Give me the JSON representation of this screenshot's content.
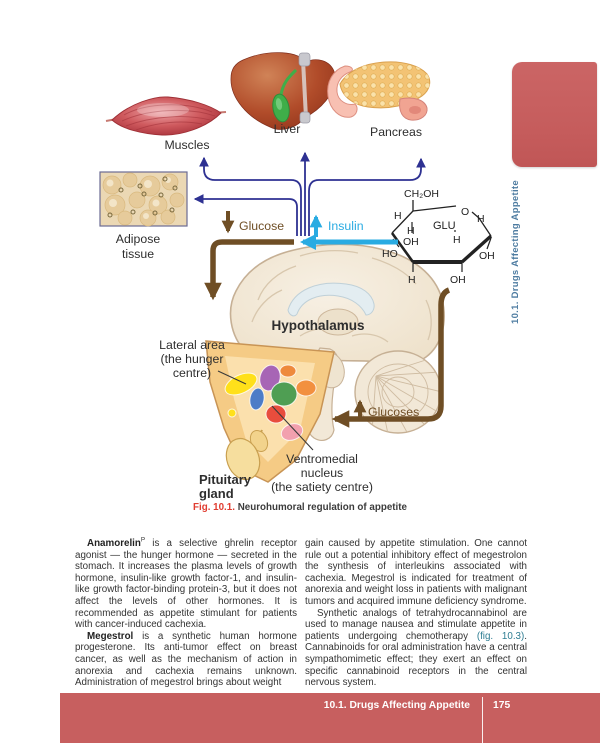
{
  "sidebar": {
    "vertical_label": "10.1. Drugs Affecting Appetite"
  },
  "footer": {
    "section_title": "10.1. Drugs Affecting Appetite",
    "page_number": "175"
  },
  "figure": {
    "caption": {
      "label": "Fig. 10.1.",
      "text": "Neurohumoral regulation of appetite"
    },
    "organ_labels": {
      "muscles": "Muscles",
      "liver": "Liver",
      "pancreas": "Pancreas",
      "adipose_line1": "Adipose",
      "adipose_line2": "tissue"
    },
    "flow_labels": {
      "glucose": "Glucose",
      "insulin": "Insulin",
      "glucoses": "Glucoses"
    },
    "brain_labels": {
      "hypothalamus": "Hypothalamus",
      "lateral_line1": "Lateral area",
      "lateral_line2": "(the hunger",
      "lateral_line3": "centre)",
      "pituitary_line1": "Pituitary",
      "pituitary_line2": "gland",
      "ventromedial_line1": "Ventromedial",
      "ventromedial_line2": "nucleus",
      "ventromedial_line3": "(the satiety centre)"
    },
    "molecule": {
      "ch2oh": "CH₂OH",
      "o": "O",
      "glu": "GLU",
      "h1": "H",
      "h2": "H",
      "h3": "H",
      "h4": "H",
      "h5": "H",
      "oh1": "OH",
      "oh2": "OH",
      "oh3": "OH",
      "ho": "HO"
    }
  },
  "article": {
    "left": {
      "p1_drug": "Anamorelin",
      "p1_sup": "P",
      "p1_text": " is a selective ghrelin receptor agonist — the hunger hormone — secreted in the stomach. It increases the plasma levels of growth hormone, insulin-like growth factor-1, and insulin-like growth factor-binding protein-3, but it does not affect the levels of other hormones. It is recommended as appetite stimulant for patients with cancer-induced cachexia.",
      "p2_drug": "Megestrol",
      "p2_text": " is a synthetic human hormone progesterone. Its anti-tumor effect on breast cancer, as well as the mechanism of action in anorexia and cachexia remains unknown. Administration of megestrol brings about weight"
    },
    "right": {
      "p1_text": "gain caused by appetite stimulation. One cannot rule out a potential inhibitory effect of megestrolon the synthesis of interleukins associated with cachexia. Megestrol is indicated for treatment of anorexia and weight loss in patients with malignant tumors and acquired immune deficiency syndrome.",
      "p2_before": "Synthetic analogs of tetrahydrocannabinol are used to manage nausea and stimulate appetite in patients undergoing chemotherapy ",
      "p2_link": "(fig. 10.3)",
      "p2_after": ". Cannabinoids for oral administration have a central sympathomimetic effect; they exert an effect on specific cannabinoid receptors in the central nervous system."
    }
  },
  "colors": {
    "accent_red": "#c75f5f",
    "caption_red": "#e03c30",
    "link_teal": "#2e7d92",
    "sidebar_teal": "#4e7ca1",
    "arrow_blue": "#2e3192",
    "arrow_cyan": "#29abe2",
    "arrow_brown": "#6f4e25"
  }
}
